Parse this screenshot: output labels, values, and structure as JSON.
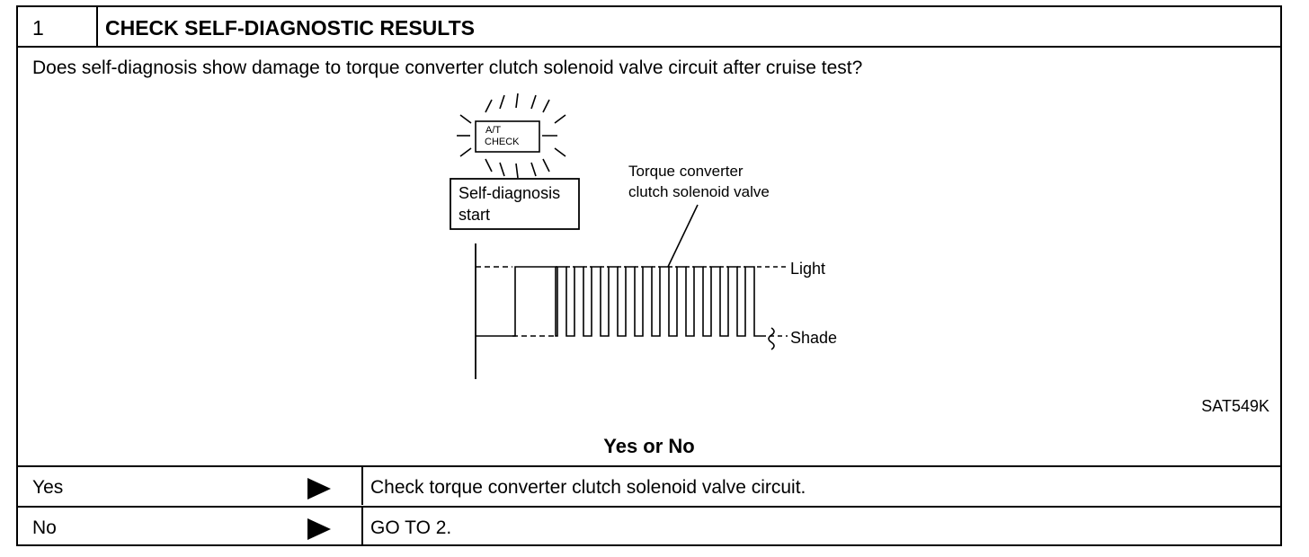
{
  "header": {
    "step_number": "1",
    "title": "CHECK SELF-DIAGNOSTIC RESULTS"
  },
  "question": "Does self-diagnosis show damage to torque converter clutch solenoid valve circuit after cruise test?",
  "figure": {
    "lamp_line1": "A/T",
    "lamp_line2": "CHECK",
    "start_line1": "Self-diagnosis",
    "start_line2": "start",
    "callout_line1": "Torque converter",
    "callout_line2": "clutch solenoid valve",
    "light_label": "Light",
    "shade_label": "Shade",
    "ref_code": "SAT549K"
  },
  "prompt": "Yes or No",
  "rows": [
    {
      "label": "Yes",
      "action": "Check torque converter clutch solenoid valve circuit."
    },
    {
      "label": "No",
      "action": "GO TO 2."
    }
  ]
}
